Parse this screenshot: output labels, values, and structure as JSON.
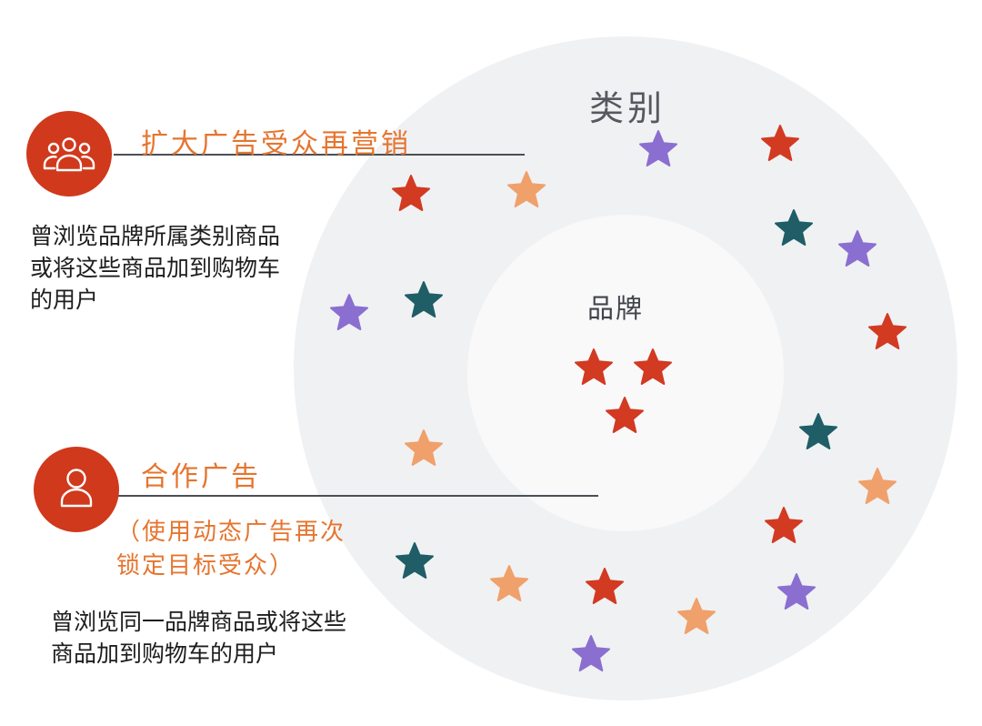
{
  "outer_ring": {
    "label": "类别",
    "fill": "#f0f1f3"
  },
  "inner_circle": {
    "label": "品牌",
    "fill": "#f9f9fa"
  },
  "colors": {
    "accent_circle": "#d0391c",
    "accent_text": "#e5752f",
    "divider": "#4b4f55",
    "star_red": "#d23a22",
    "star_orange": "#f0a06a",
    "star_teal": "#1f5e66",
    "star_purple": "#8a6fd1"
  },
  "sections": [
    {
      "icon": "user-group-icon",
      "title": "扩大广告受众再营销",
      "description": [
        "曾浏览品牌所属类别商品",
        "或将这些商品加到购物车",
        "的用户"
      ]
    },
    {
      "icon": "user-icon",
      "title": "合作广告",
      "note": [
        "（使用动态广告再次",
        "锁定目标受众）"
      ],
      "description": [
        "曾浏览同一品牌商品或将这些",
        "商品加到购物车的用户"
      ]
    }
  ]
}
